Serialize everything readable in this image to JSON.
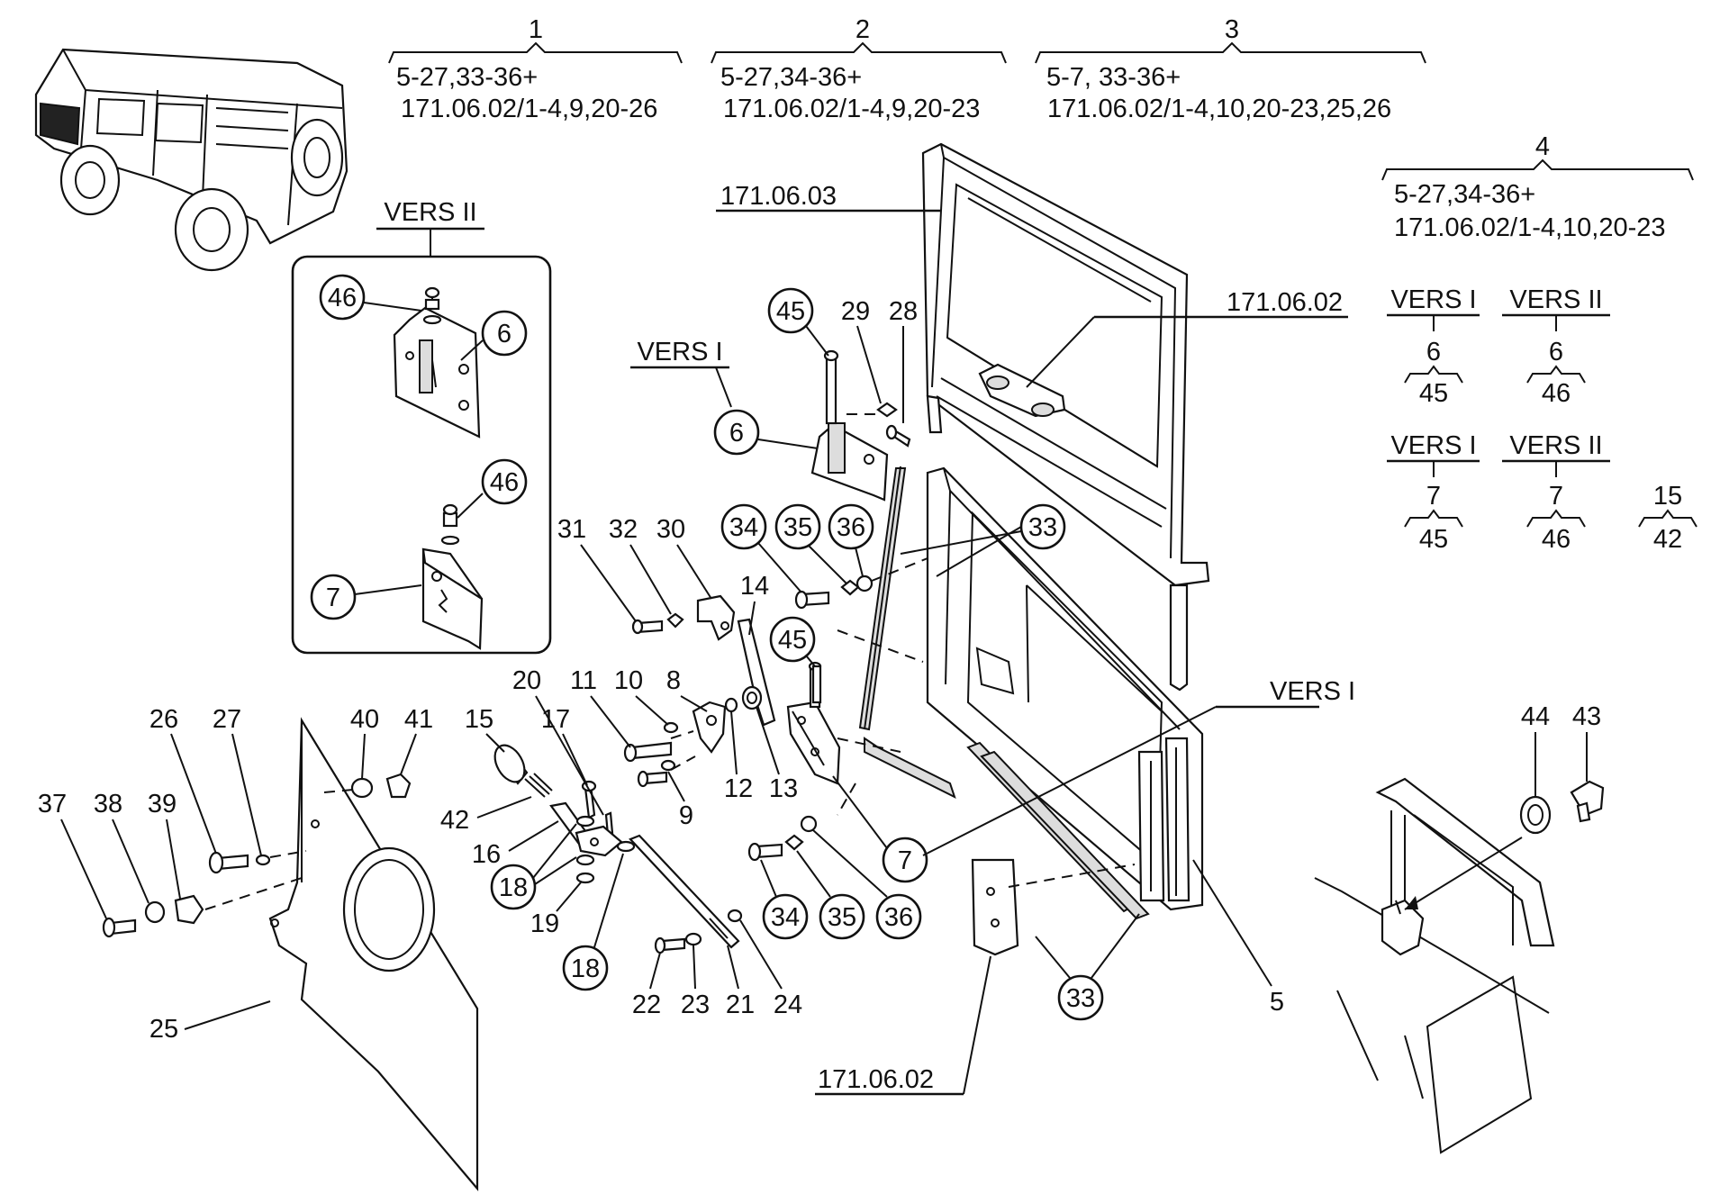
{
  "groups": [
    {
      "id": "1",
      "line1": "5-27,33-36+",
      "line2": "171.06.02/1-4,9,20-26"
    },
    {
      "id": "2",
      "line1": "5-27,34-36+",
      "line2": "171.06.02/1-4,9,20-23"
    },
    {
      "id": "3",
      "line1": "5-7, 33-36+",
      "line2": "171.06.02/1-4,10,20-23,25,26"
    },
    {
      "id": "4",
      "line1": "5-27,34-36+",
      "line2": "171.06.02/1-4,10,20-23"
    }
  ],
  "refs": {
    "frame": "171.06.03",
    "window_top": "171.06.02",
    "bottom": "171.06.02"
  },
  "version_labels": {
    "vers1": "VERS I",
    "vers2": "VERS II"
  },
  "compat": [
    {
      "vers": "VERS I",
      "part": "6",
      "alt": "45"
    },
    {
      "vers": "VERS II",
      "part": "6",
      "alt": "46"
    },
    {
      "vers": "VERS I",
      "part": "7",
      "alt": "45"
    },
    {
      "vers": "VERS II",
      "part": "7",
      "alt": "46"
    },
    {
      "vers": "",
      "part": "15",
      "alt": "42"
    }
  ],
  "callouts": {
    "p5": "5",
    "p6": "6",
    "p7": "7",
    "p8": "8",
    "p9": "9",
    "p10": "10",
    "p11": "11",
    "p12": "12",
    "p13": "13",
    "p14": "14",
    "p15": "15",
    "p16": "16",
    "p17": "17",
    "p18": "18",
    "p19": "19",
    "p20": "20",
    "p21": "21",
    "p22": "22",
    "p23": "23",
    "p24": "24",
    "p25": "25",
    "p26": "26",
    "p27": "27",
    "p28": "28",
    "p29": "29",
    "p30": "30",
    "p31": "31",
    "p32": "32",
    "p33": "33",
    "p34": "34",
    "p35": "35",
    "p36": "36",
    "p37": "37",
    "p38": "38",
    "p39": "39",
    "p40": "40",
    "p41": "41",
    "p42": "42",
    "p43": "43",
    "p44": "44",
    "p45": "45",
    "p46": "46"
  }
}
